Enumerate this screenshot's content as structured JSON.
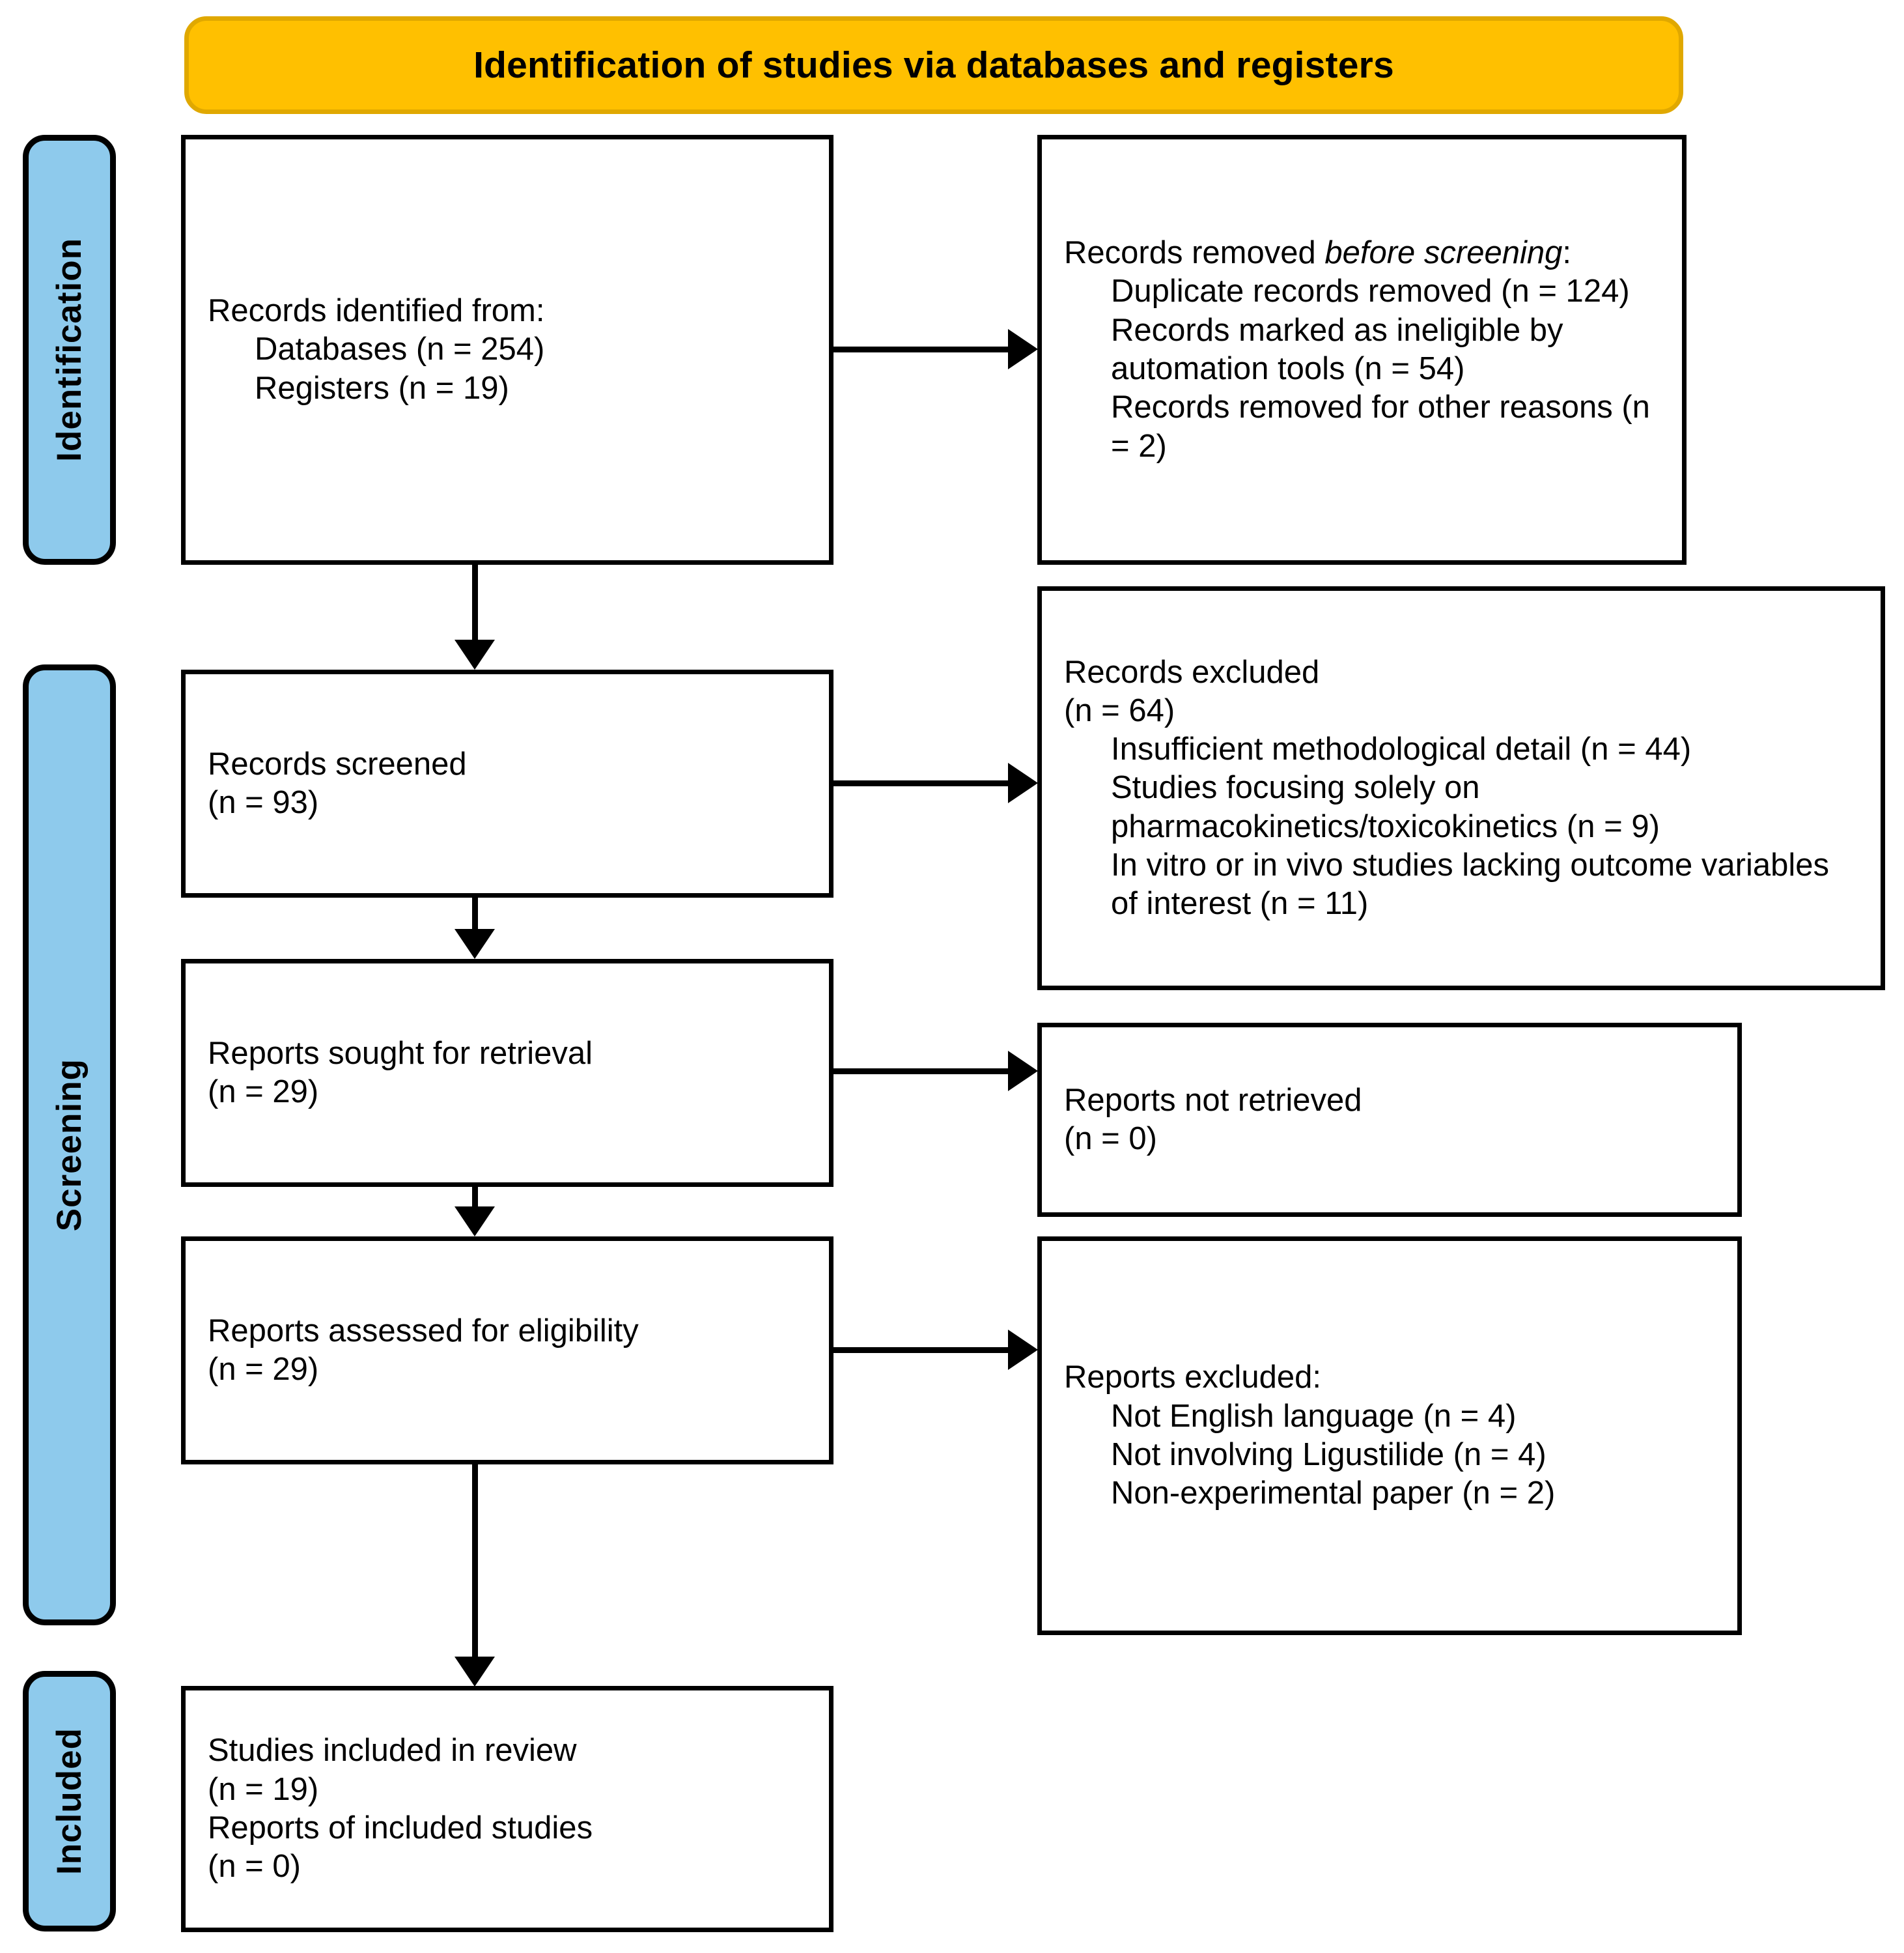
{
  "banner": {
    "title": "Identification of studies via databases and registers"
  },
  "stages": [
    {
      "id": "identification",
      "label": "Identification"
    },
    {
      "id": "screening",
      "label": "Screening"
    },
    {
      "id": "included",
      "label": "Included"
    }
  ],
  "boxes": {
    "identified": {
      "line1": "Records identified from:",
      "line2": "Databases (n = 254)",
      "line3": "Registers (n = 19)"
    },
    "removed": {
      "line1_a": "Records removed ",
      "line1_em": "before",
      "line2_em": "screening",
      "line2_b": ":",
      "item1": "Duplicate records removed (n = 124)",
      "item2": "Records marked as ineligible by automation tools (n = 54)",
      "item3": "Records removed for other reasons (n = 2)"
    },
    "screened": {
      "line1": "Records screened",
      "line2": "(n = 93)"
    },
    "records_excluded": {
      "line1": "Records excluded",
      "line2": "(n = 64)",
      "item1": "Insufficient methodological detail (n = 44)",
      "item2": "Studies focusing solely on pharmacokinetics/toxicokinetics (n = 9)",
      "item3": "In vitro or in vivo studies lacking outcome variables of interest (n = 11)"
    },
    "sought": {
      "line1": "Reports sought for retrieval",
      "line2": "(n = 29)"
    },
    "not_retrieved": {
      "line1": "Reports not retrieved",
      "line2": "(n = 0)"
    },
    "assessed": {
      "line1": "Reports assessed for eligibility",
      "line2": "(n = 29)"
    },
    "reports_excluded": {
      "line1": "Reports excluded:",
      "item1": "Not English language (n = 4)",
      "item2": "Not involving Ligustilide (n = 4)",
      "item3": "Non-experimental paper (n = 2)"
    },
    "included": {
      "line1": "Studies included in review",
      "line2": "(n = 19)",
      "line3": "Reports of included studies",
      "line4": "(n = 0)"
    }
  },
  "colors": {
    "banner_fill": "#FFC000",
    "banner_border": "#E0A800",
    "stage_fill": "#8ECAEC",
    "box_border": "#000000",
    "box_fill": "#FFFFFF"
  }
}
